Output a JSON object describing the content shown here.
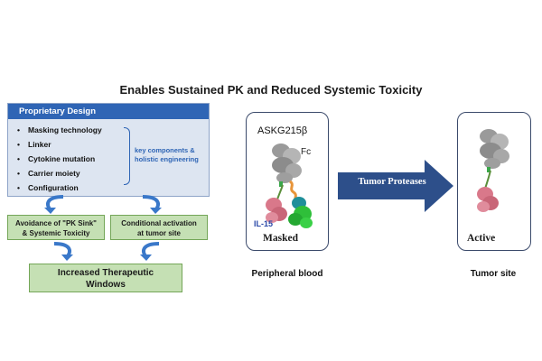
{
  "title": "Enables Sustained PK and Reduced Systemic Toxicity",
  "design": {
    "header": "Proprietary Design",
    "items": [
      "Masking technology",
      "Linker",
      "Cytokine mutation",
      "Carrier moiety",
      "Configuration"
    ],
    "key_label": "key components & holistic engineering"
  },
  "outcomes": {
    "avoidance_line1": "Avoidance of \"PK Sink\"",
    "avoidance_line2": "& Systemic Toxicity",
    "conditional_line1": "Conditional activation",
    "conditional_line2": "at tumor site",
    "windows_line1": "Increased Therapeutic",
    "windows_line2": "Windows"
  },
  "masked": {
    "molecule_name": "ASKG215β",
    "fc_label": "Fc",
    "cytokine_label": "IL-15",
    "state_label": "Masked",
    "location": "Peripheral blood"
  },
  "active": {
    "state_label": "Active",
    "location": "Tumor site"
  },
  "arrow_label": "Tumor Proteases",
  "colors": {
    "header_blue": "#2f65b5",
    "box_fill": "#dde5f1",
    "green_box": "#c5e0b4",
    "arrow_fill": "#2d4f8a",
    "fc_gray": "#9a9a9a",
    "il15_pink": "#d9788a",
    "mask_green": "#2fbf3a",
    "mask_teal": "#1f8f9a",
    "linker_orange": "#e8953a"
  }
}
